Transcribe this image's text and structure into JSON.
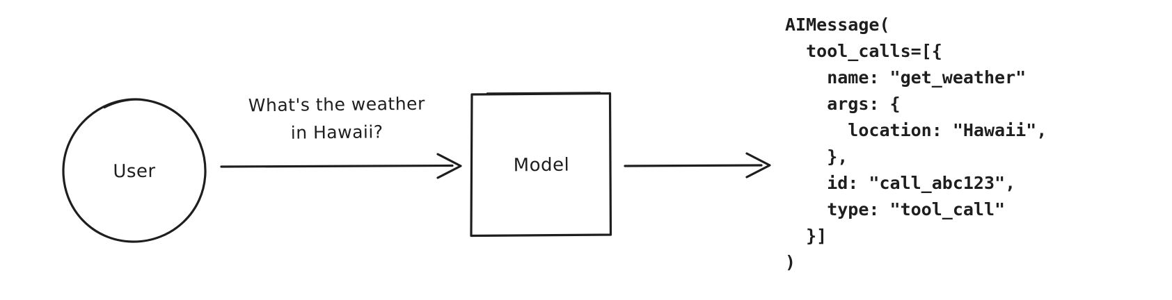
{
  "diagram": {
    "user": {
      "label": "User"
    },
    "model": {
      "label": "Model"
    },
    "message": {
      "line1": "What's the weather",
      "line2": "in Hawaii?"
    },
    "colors": {
      "stroke": "#1e1e1e",
      "background": "#ffffff"
    }
  },
  "code_output": {
    "lines": [
      "AIMessage(",
      "  tool_calls=[{",
      "    name: \"get_weather\"",
      "    args: {",
      "      location: \"Hawaii\",",
      "    },",
      "    id: \"call_abc123\",",
      "    type: \"tool_call\"",
      "  }]",
      ")"
    ]
  }
}
